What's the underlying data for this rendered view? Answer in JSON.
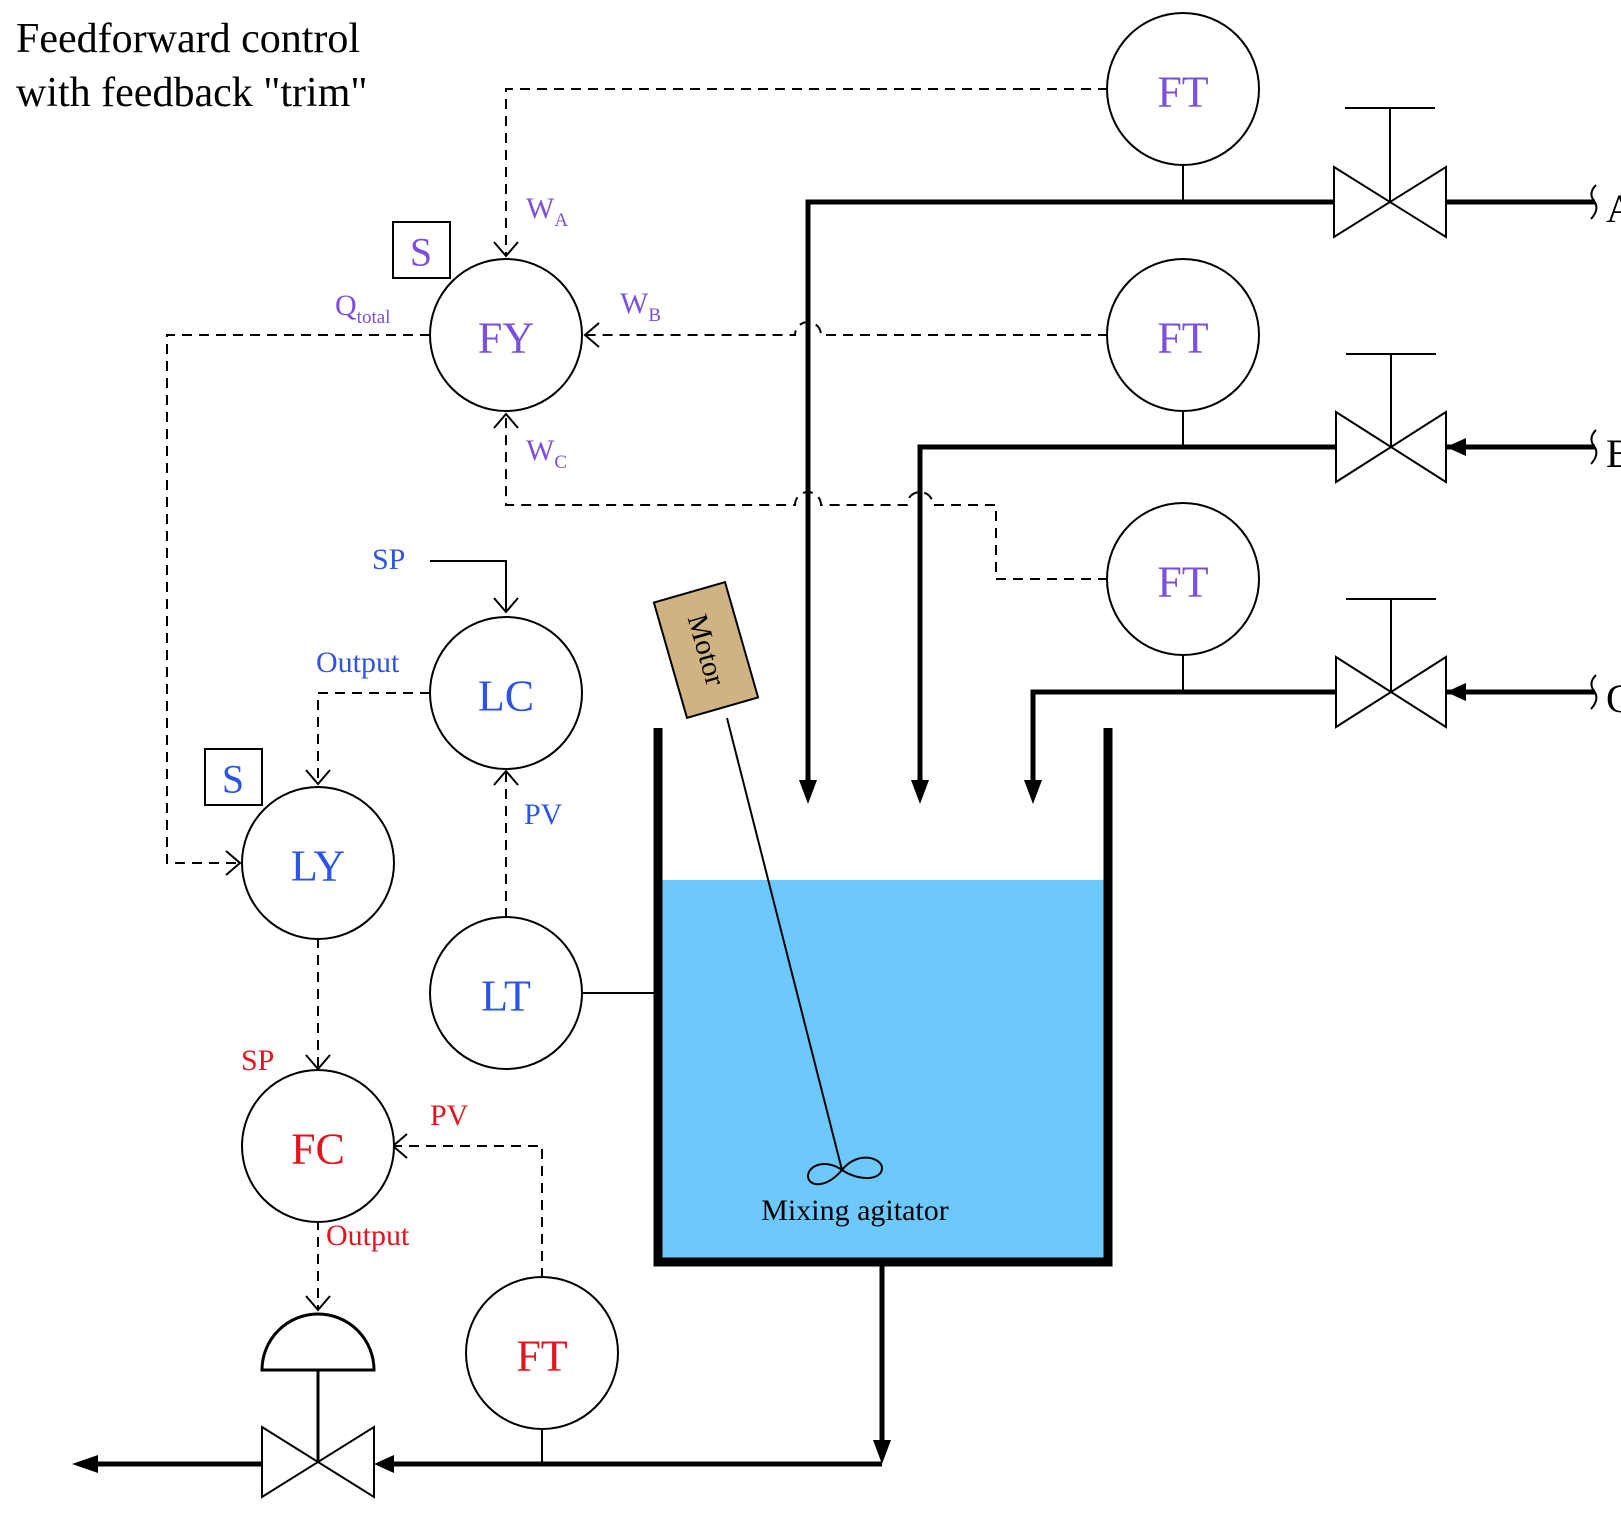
{
  "title_line1": "Feedforward control",
  "title_line2": "with feedback \"trim\"",
  "colors": {
    "purple": "#7b4fe0",
    "blue": "#2c55e8",
    "red": "#e4141e",
    "water": "#6dc9fb",
    "motor": "#d0b383"
  },
  "instruments": {
    "ft_a": "FT",
    "ft_b": "FT",
    "ft_c": "FT",
    "fy": "FY",
    "lc": "LC",
    "ly": "LY",
    "lt": "LT",
    "fc": "FC",
    "ft_out": "FT"
  },
  "signals": {
    "wa": "W",
    "wa_sub": "A",
    "wb": "W",
    "wb_sub": "B",
    "wc": "W",
    "wc_sub": "C",
    "qtotal": "Q",
    "qtotal_sub": "total",
    "lc_sp": "SP",
    "lc_output": "Output",
    "lc_pv": "PV",
    "fc_sp": "SP",
    "fc_pv": "PV",
    "fc_output": "Output"
  },
  "relays": {
    "fy_function": "S",
    "ly_function": "S"
  },
  "inlets": [
    "A",
    "B",
    "C"
  ],
  "vessel": {
    "motor_label": "Motor",
    "agitator_label": "Mixing agitator"
  }
}
